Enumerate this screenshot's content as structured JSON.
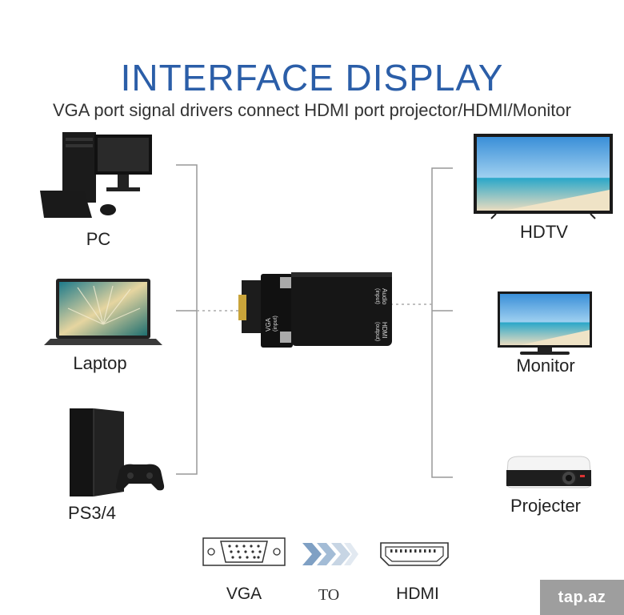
{
  "header": {
    "title": "INTERFACE DISPLAY",
    "subtitle": "VGA port signal drivers connect HDMI port projector/HDMI/Monitor"
  },
  "sources": [
    {
      "label": "PC",
      "icon": "desktop-pc-icon"
    },
    {
      "label": "Laptop",
      "icon": "laptop-icon"
    },
    {
      "label": "PS3/4",
      "icon": "game-console-icon"
    }
  ],
  "outputs": [
    {
      "label": "HDTV",
      "icon": "hdtv-icon"
    },
    {
      "label": "Monitor",
      "icon": "monitor-icon"
    },
    {
      "label": "Projecter",
      "icon": "projector-icon"
    }
  ],
  "adapter": {
    "vga_port_label": "VGA",
    "vga_port_sub": "(input)",
    "hdmi_port_label": "HDMI",
    "hdmi_port_sub": "(output)",
    "audio_port_label": "Audio",
    "audio_port_sub": "(input)"
  },
  "conversion": {
    "from_label": "VGA",
    "to_label": "TO",
    "target_label": "HDMI"
  },
  "watermark": "tap.az",
  "colors": {
    "title": "#2b5ea8",
    "lines": "#999999",
    "adapter": "#1a1a1a",
    "arrows": "#9fb3cc"
  }
}
